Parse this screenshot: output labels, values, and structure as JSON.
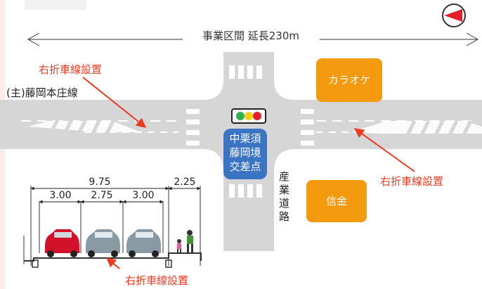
{
  "header": {
    "section_label": "事業区間 延長230m"
  },
  "labels": {
    "right_turn_top_left": "右折車線設置",
    "right_turn_right": "右折車線設置",
    "right_turn_bottom": "右折車線設置",
    "route_name": "(主)藤岡本庄線",
    "intersection_line1": "中栗須",
    "intersection_line2": "藤岡境",
    "intersection_line3": "交差点",
    "cross_road_c1": "産",
    "cross_road_c2": "業",
    "cross_road_c3": "道",
    "cross_road_c4": "路"
  },
  "landmarks": {
    "karaoke": "カラオケ",
    "shinkin": "信金"
  },
  "cross_section": {
    "total_width": "9.75",
    "sidewalk_width": "2.25",
    "lane1": "3.00",
    "lane2": "2.75",
    "lane3": "3.00"
  },
  "icons": {
    "north_arrow": "north-arrow-icon",
    "traffic_signal": "traffic-signal-icon"
  },
  "colors": {
    "road": "#d6d6d6",
    "accent_red": "#ee3b1f",
    "landmark_orange": "#f39a0f",
    "intersection_blue": "#3c74c4",
    "car_red": "#d3112a",
    "car_grey": "#8a9aa5"
  }
}
